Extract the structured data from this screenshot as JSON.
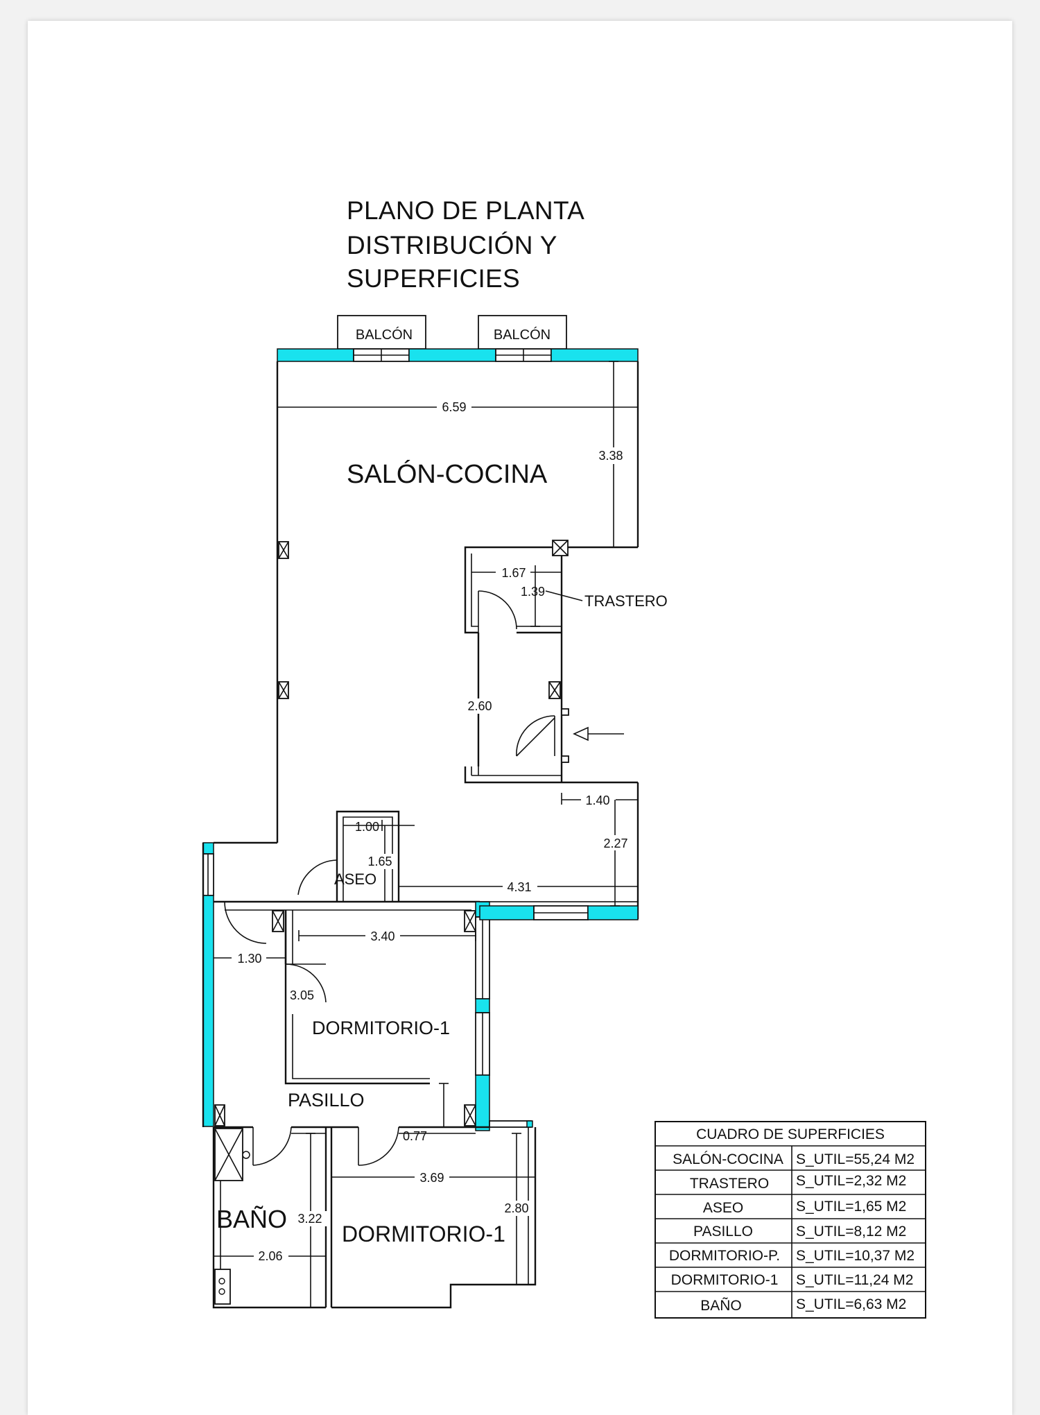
{
  "title": {
    "line1": "PLANO DE PLANTA",
    "line2": "DISTRIBUCIÓN Y",
    "line3": "SUPERFICIES"
  },
  "balcony_labels": [
    "BALCÓN",
    "BALCÓN"
  ],
  "rooms": {
    "salon_cocina": "SALÓN-COCINA",
    "trastero": "TRASTERO",
    "aseo": "ASEO",
    "dormitorio_a": "DORMITORIO-1",
    "pasillo": "PASILLO",
    "bano": "BAÑO",
    "dormitorio_b": "DORMITORIO-1"
  },
  "dimensions": {
    "salon_width": "6.59",
    "salon_depth": "3.38",
    "trastero_width": "1.67",
    "trastero_depth": "1.39",
    "hall_depth": "2.60",
    "hall_offset": "1.40",
    "aseo_width": "1.00",
    "aseo_depth": "1.65",
    "right_depth": "2.27",
    "right_width": "4.31",
    "dorm1_width": "3.40",
    "pasillo_width": "1.30",
    "dorm1_depth": "3.05",
    "door_gap": "0.77",
    "dorm2_width": "3.69",
    "dorm2_depth": "2.80",
    "bano_depth": "3.22",
    "bano_width": "2.06"
  },
  "surfaces_table": {
    "header": "CUADRO DE SUPERFICIES",
    "rows": [
      {
        "room": "SALÓN-COCINA",
        "area": "S_UTIL=55,24 M2"
      },
      {
        "room": "TRASTERO",
        "area": "S_UTIL=2,32 M2"
      },
      {
        "room": "ASEO",
        "area": "S_UTIL=1,65 M2"
      },
      {
        "room": "PASILLO",
        "area": "S_UTIL=8,12 M2"
      },
      {
        "room": "DORMITORIO-P.",
        "area": "S_UTIL=10,37 M2"
      },
      {
        "room": "DORMITORIO-1",
        "area": "S_UTIL=11,24 M2"
      },
      {
        "room": "BAÑO",
        "area": "S_UTIL=6,63 M2"
      }
    ]
  },
  "colors": {
    "facade_accent": "#19e2ee",
    "lines": "#111111",
    "paper": "#ffffff"
  }
}
